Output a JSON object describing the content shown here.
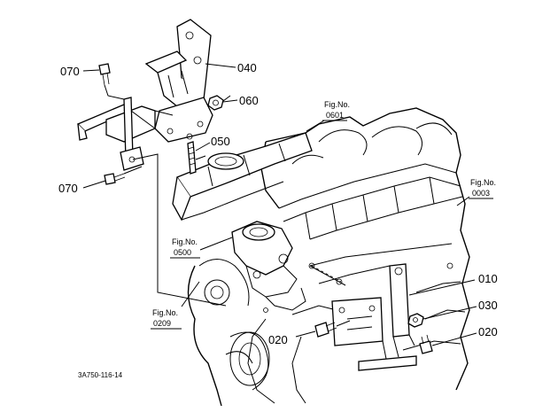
{
  "diagram": {
    "part_labels": {
      "p010": "010",
      "p020_left": "020",
      "p020_right": "020",
      "p030": "030",
      "p040": "040",
      "p050": "050",
      "p060": "060",
      "p070_top": "070",
      "p070_bottom": "070"
    },
    "figure_refs": {
      "f0601": {
        "caption": "Fig.No.",
        "number": "0601"
      },
      "f0003": {
        "caption": "Fig.No.",
        "number": "0003"
      },
      "f0500": {
        "caption": "Fig.No.",
        "number": "0500"
      },
      "f0209": {
        "caption": "Fig.No.",
        "number": "0209"
      }
    },
    "drawing_code": "3A750-116-14"
  }
}
